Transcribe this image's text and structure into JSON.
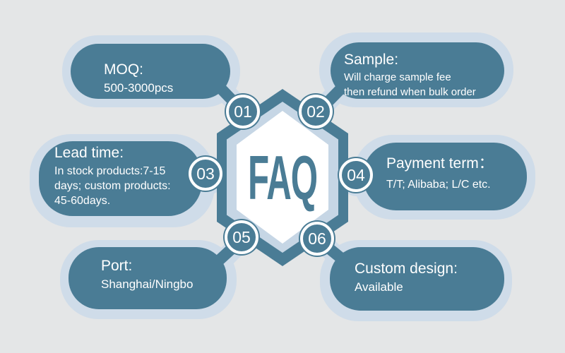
{
  "center": {
    "label": "FAQ"
  },
  "colors": {
    "teal": "#4a7c95",
    "light_blue": "#cfdce9",
    "ring_blue": "#c6d6e5",
    "background": "#e4e6e7",
    "text": "#ffffff"
  },
  "items": [
    {
      "number": "01",
      "heading": "MOQ:",
      "lines": [
        "500-3000pcs"
      ]
    },
    {
      "number": "02",
      "heading": "Sample:",
      "lines": [
        "Will charge sample fee",
        "then refund when bulk order"
      ]
    },
    {
      "number": "03",
      "heading": "Lead time:",
      "lines": [
        "In stock products:7-15",
        "days; custom products:",
        "45-60days."
      ]
    },
    {
      "number": "04",
      "heading": "Payment term：",
      "lines": [
        "T/T; Alibaba; L/C etc."
      ]
    },
    {
      "number": "05",
      "heading": "Port:",
      "lines": [
        "Shanghai/Ningbo"
      ]
    },
    {
      "number": "06",
      "heading": "Custom design:",
      "lines": [
        "Available"
      ]
    }
  ]
}
